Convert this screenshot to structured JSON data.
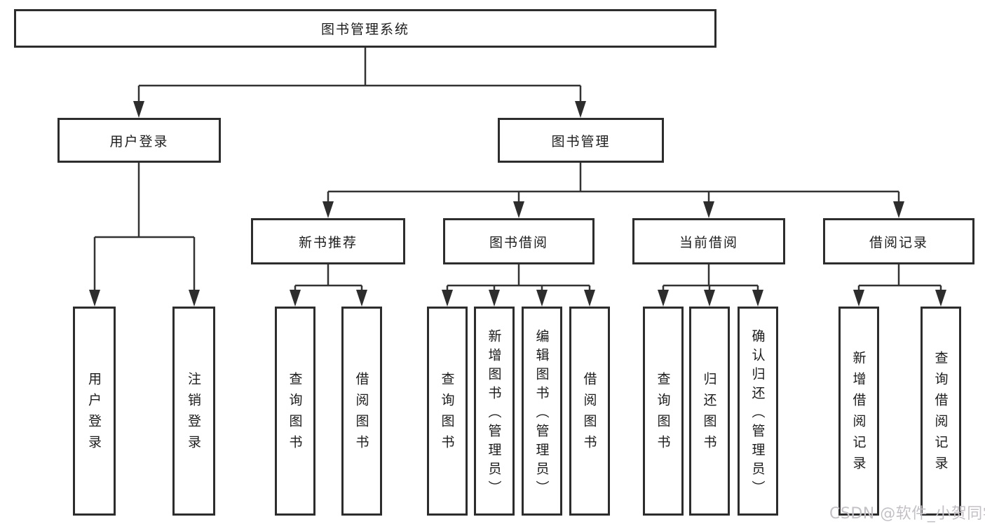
{
  "tree": {
    "root": {
      "label": "图书管理系统"
    },
    "children": [
      {
        "label": "用户登录",
        "children": [
          {
            "label": "用户登录"
          },
          {
            "label": "注销登录"
          }
        ]
      },
      {
        "label": "图书管理",
        "children": [
          {
            "label": "新书推荐",
            "children": [
              {
                "label": "查询图书"
              },
              {
                "label": "借阅图书"
              }
            ]
          },
          {
            "label": "图书借阅",
            "children": [
              {
                "label": "查询图书"
              },
              {
                "label": "新增图书（管理员）"
              },
              {
                "label": "编辑图书（管理员）"
              },
              {
                "label": "借阅图书"
              }
            ]
          },
          {
            "label": "当前借阅",
            "children": [
              {
                "label": "查询图书"
              },
              {
                "label": "归还图书"
              },
              {
                "label": "确认归还（管理员）"
              }
            ]
          },
          {
            "label": "借阅记录",
            "children": [
              {
                "label": "新增借阅记录"
              },
              {
                "label": "查询借阅记录"
              }
            ]
          }
        ]
      }
    ]
  },
  "watermark": {
    "text": "CSDN @软件_小贺同学"
  },
  "colors": {
    "line": "#333333",
    "box_border": "#2d2d2d",
    "box_fill": "#ffffff",
    "text": "#1c1c1c",
    "watermark": "#c4c1c6"
  }
}
